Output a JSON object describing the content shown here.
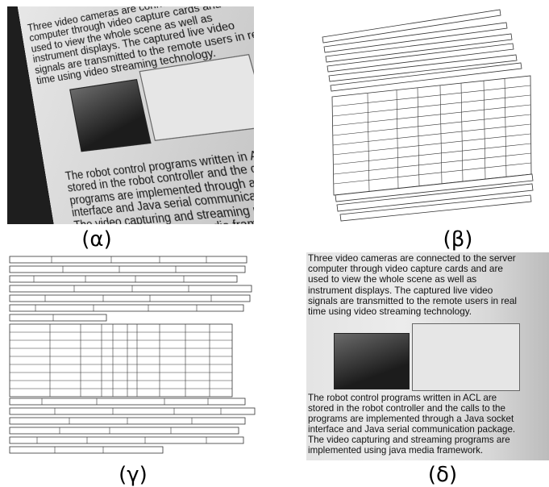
{
  "labels": {
    "a": "(α)",
    "b": "(β)",
    "g": "(γ)",
    "d": "(δ)"
  },
  "document_text": {
    "paragraph1_lines": [
      "Three video cameras are connected to the server",
      "computer through video capture cards and are",
      "used to view the whole scene as well as",
      "instrument displays. The captured live video",
      "signals are transmitted to the remote users in real",
      "time using video streaming technology."
    ],
    "paragraph2_lines": [
      "The robot control programs written in ACL are",
      "stored in the robot controller and the calls to the",
      "programs are implemented through a Java socket",
      "interface and Java serial communication package.",
      "The video capturing and streaming programs are",
      "implemented using java media framework."
    ]
  },
  "colors": {
    "background": "#ffffff",
    "photo_surround": "#1e1e1e",
    "grid_stroke": "#333333"
  }
}
